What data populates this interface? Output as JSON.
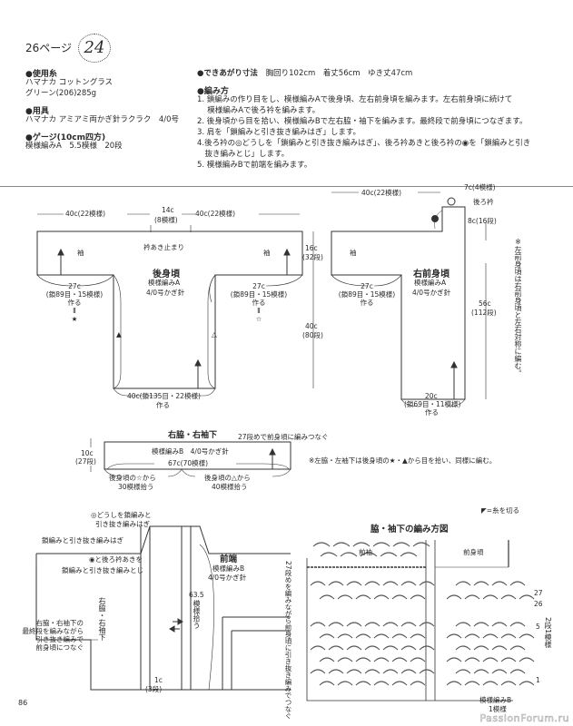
{
  "header": {
    "page_ref": "26ページ",
    "pattern_number": "24"
  },
  "materials": {
    "yarn_title": "●使用糸",
    "yarn_lines": [
      "ハマナカ コットングラス",
      "グリーン(206)285g"
    ],
    "tools_title": "●用具",
    "tools_line": "ハマナカ アミアミ両かぎ針ラクラク　4/0号",
    "gauge_title": "●ゲージ(10cm四方)",
    "gauge_line": "模様編みA　5.5模様　20段"
  },
  "finished": {
    "label": "●できあがり寸法",
    "values": "胸回り102cm　着丈56cm　ゆき丈47cm"
  },
  "instructions": {
    "title": "●編み方",
    "steps": [
      "1. 鎖編みの作り目をし、模様編みAで後身頃、左右前身頃を編みます。左右前身頃に続けて",
      "　 模様編みAで後ろ衿を編みます。",
      "2. 後身頃から目を拾い、模様編みBで左右脇・袖下を編みます。最終段で前身頃につなぎます。",
      "3. 肩を「鎖編みと引き抜き編みはぎ」します。",
      "4.後ろ衿の◎どうしを「鎖編みと引き抜き編みはぎ」、後ろ衿あきと後ろ衿の◉を「鎖編みと引き",
      "　抜き編みとじ」します。",
      "5. 模様編みBで前端を編みます。"
    ]
  },
  "back_body": {
    "title": "後身頃",
    "pattern": "模様編みA",
    "hook": "4/0号かぎ針",
    "top_left": "40c(22模様)",
    "top_mid": "14c",
    "top_mid2": "(8模様)",
    "top_right": "40c(22模様)",
    "neck_stop": "衿あき止まり",
    "sleeve_l": "袖",
    "sleeve_r": "袖",
    "cuff_l": [
      "27c",
      "(鎖89目・15模様)",
      "作る",
      "Ⅱ",
      "★"
    ],
    "cuff_r": [
      "27c",
      "(鎖89目・15模様)",
      "作る",
      "Ⅱ",
      "☆"
    ],
    "bottom": "40c(鎖135目・22模様)",
    "bottom2": "作る",
    "mark_l": "▲",
    "mark_r": "△",
    "h1": "16c",
    "h1b": "(32段)",
    "h2": "40c",
    "h2b": "(80段)"
  },
  "right_front": {
    "title": "右前身頃",
    "pattern": "模様編みA",
    "hook": "4/0号かぎ針",
    "top_left": "40c(22模様)",
    "collar_w": "7c(4模様)",
    "collar": "後ろ衿",
    "collar_h": "8c(16段)",
    "sleeve": "袖",
    "cuff": [
      "27c",
      "(鎖89目・15模様)",
      "作る"
    ],
    "length": "56c",
    "length2": "(112段)",
    "bottom": "20c",
    "bottom2": "(鎖69目・11模様)",
    "bottom3": "作る",
    "note": "※左前身頃は右前身頃と左右対称に編む。"
  },
  "side_sleeve": {
    "title": "右脇・右袖下",
    "join_note": "27段めで前身頃に編みつなぐ",
    "pattern": "模様編みB　4/0号かぎ針",
    "width": "67c(70模様)",
    "height": "10c",
    "height2": "(27段)",
    "pick_l": "後身頃の☆から",
    "pick_l2": "30模様拾う",
    "pick_r": "後身頃の△から",
    "pick_r2": "40模様拾う",
    "left_note": "※左脇・左袖下は後身頃の★・▲から目を拾い、同様に編む。"
  },
  "front_band": {
    "note1": "◎どうしを鎖編みと",
    "note1b": "引き抜き編みはぎ",
    "note2": "鎖編みと引き抜き編みはぎ",
    "note3": "◉と後ろ衿あきを",
    "note3b": "鎖編みと引き抜き編みとじ",
    "title": "前端",
    "pattern": "模様編みB",
    "hook": "4/0号かぎ針",
    "pick": "63.5",
    "pick_v": "模様拾う",
    "side_label": "右脇・右袖下",
    "join_note": [
      "右脇・右袖下の",
      "最終段を編みながら",
      "引き抜き編みで",
      "前身頃につなぐ"
    ],
    "band_w": "1c",
    "band_w2": "(3段)"
  },
  "chart": {
    "cut_legend": "=糸を切る",
    "title": "脇・袖下の編み方図",
    "label_sleeve": "前袖",
    "label_body": "前身頃",
    "side_note": "27段めを編みながら前身頃に引き抜き編みでつなぐ",
    "row27": "27",
    "row26": "26",
    "row5": "5",
    "row1": "1",
    "repeat_v": "2段1模様",
    "repeat_h": "模様編みB",
    "repeat_h2": "1模様"
  },
  "footer": {
    "page_number": "86",
    "watermark": "PassionForum.ru"
  }
}
